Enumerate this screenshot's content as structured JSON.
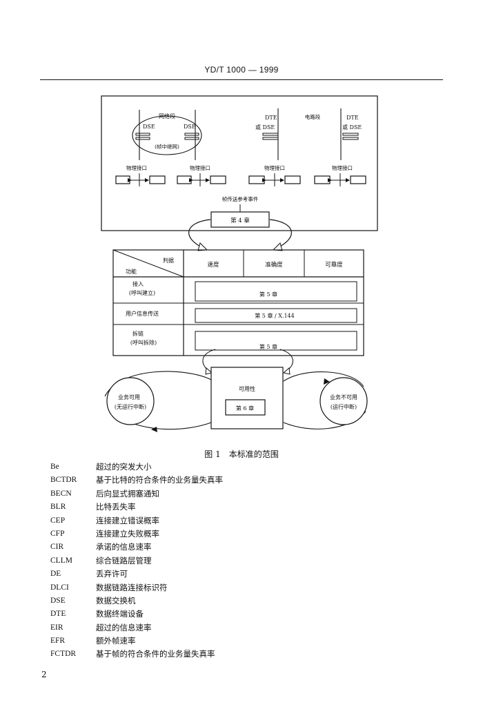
{
  "header": {
    "standard_number": "YD/T 1000 — 1999"
  },
  "figure": {
    "network_segment": "网络段",
    "dse_left": "DSE",
    "dse_right": "DSE",
    "relay_network": "(帧中继网)",
    "dte_or_dse_1": [
      "DTE",
      "或 DSE"
    ],
    "circuit_segment": "电路段",
    "dte_or_dse_2": [
      "DTE",
      "或 DSE"
    ],
    "physical_interface": "物理接口",
    "frame_transfer_events": "帧传送参考事件",
    "chapter_4": "第 4 章",
    "criteria_label": "判据",
    "function_label": "功能",
    "col_speed": "速度",
    "col_accuracy": "准确度",
    "col_dependability": "可靠度",
    "row_access": [
      "接入",
      "(呼叫建立)"
    ],
    "row_user_info": "用户信息传送",
    "row_disengage": [
      "拆链",
      "(呼叫拆除)"
    ],
    "chapter_5": "第 5 章",
    "chapter_5_x144": "第 5 章 / X.144",
    "availability": "可用性",
    "chapter_6": "第 6 章",
    "service_available": [
      "业务可用",
      "(无运行中断)"
    ],
    "service_unavailable": [
      "业务不可用",
      "(运行中断)"
    ]
  },
  "caption": "图 1　本标准的范围",
  "abbreviations": [
    {
      "term": "Be",
      "definition": "超过的突发大小"
    },
    {
      "term": "BCTDR",
      "definition": "基于比特的符合条件的业务量失真率"
    },
    {
      "term": "BECN",
      "definition": "后向显式拥塞通知"
    },
    {
      "term": "BLR",
      "definition": "比特丢失率"
    },
    {
      "term": "CEP",
      "definition": "连接建立错误概率"
    },
    {
      "term": "CFP",
      "definition": "连接建立失败概率"
    },
    {
      "term": "CIR",
      "definition": "承诺的信息速率"
    },
    {
      "term": "CLLM",
      "definition": "综合链路层管理"
    },
    {
      "term": "DE",
      "definition": "丢弃许可"
    },
    {
      "term": "DLCI",
      "definition": "数据链路连接标识符"
    },
    {
      "term": "DSE",
      "definition": "数据交换机"
    },
    {
      "term": "DTE",
      "definition": "数据终端设备"
    },
    {
      "term": "EIR",
      "definition": "超过的信息速率"
    },
    {
      "term": "EFR",
      "definition": "额外帧速率"
    },
    {
      "term": "FCTDR",
      "definition": "基于帧的符合条件的业务量失真率"
    }
  ],
  "page_number": "2"
}
